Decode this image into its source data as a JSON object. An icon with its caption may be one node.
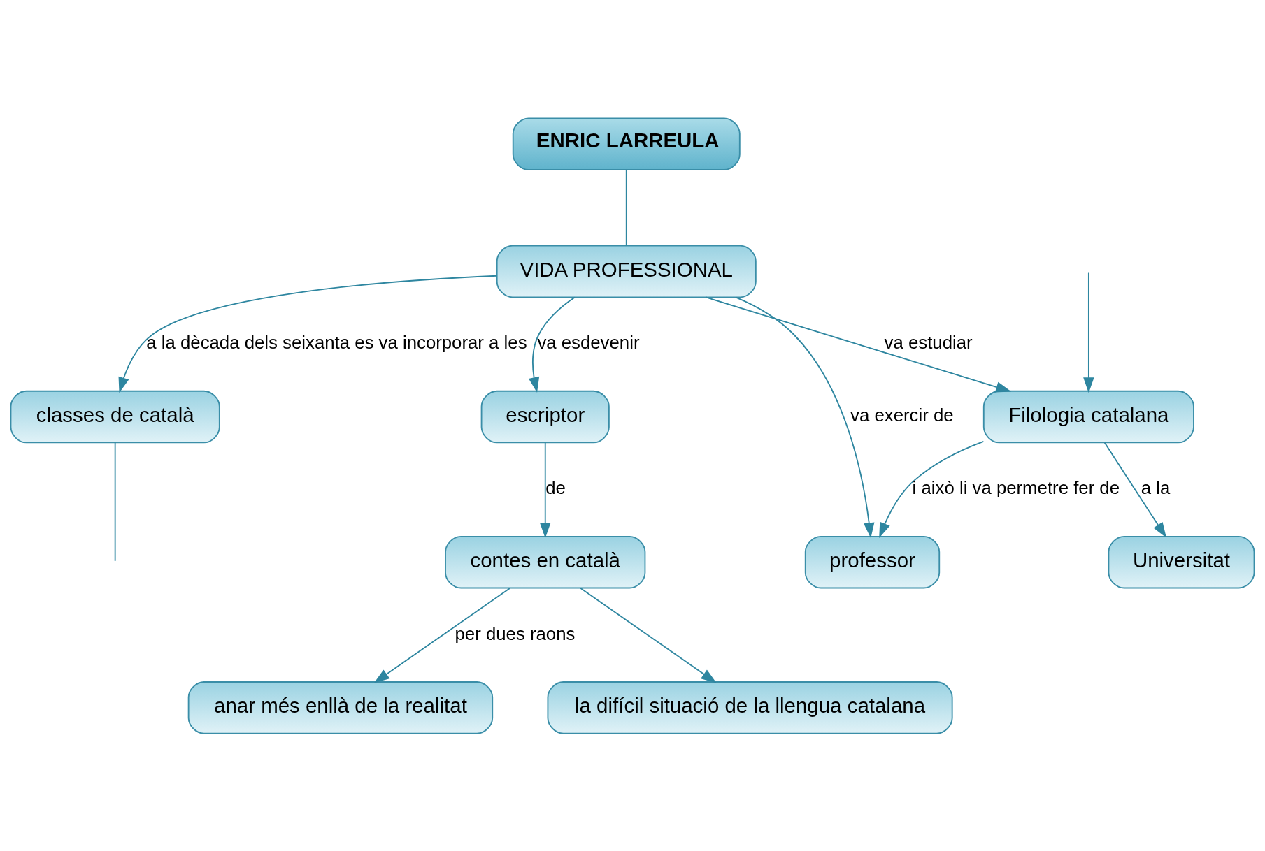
{
  "diagram": {
    "nodes": [
      {
        "text": [
          "ENRIC LARREULA"
        ]
      },
      {
        "text": [
          "VIDA PROFESSIONAL"
        ]
      },
      {
        "text": [
          "classes de català"
        ]
      },
      {
        "text": [
          "escriptor"
        ]
      },
      {
        "text": [
          "contes en català"
        ]
      },
      {
        "text": [
          "anar més enllà de la realitat"
        ]
      },
      {
        "text": [
          "la difícil situació de la llengua catalana"
        ]
      },
      {
        "text": [
          "Filologia catalana"
        ]
      },
      {
        "text": [
          "Universitat"
        ]
      },
      {
        "text": [
          "professor"
        ]
      }
    ],
    "edges": [
      {
        "from": 0,
        "to": 1,
        "arrow": "none"
      },
      {
        "from": 1,
        "to": 2,
        "arrow": "to",
        "label": "a la dècada dels seixanta es va incorporar a les"
      },
      {
        "from": 1,
        "to": 3,
        "arrow": "to",
        "label": "va esdevenir"
      },
      {
        "from": 1,
        "to": 7,
        "arrow": "to",
        "label": "va estudiar"
      },
      {
        "from": 1,
        "to": 9,
        "arrow": "to",
        "label": "va exercir de"
      },
      {
        "from": 3,
        "to": 4,
        "arrow": "to",
        "label": "de"
      },
      {
        "from": 4,
        "to": 5,
        "arrow": "to",
        "label": "per dues raons"
      },
      {
        "from": 4,
        "to": 6,
        "arrow": "to"
      },
      {
        "from": 7,
        "to": 9,
        "arrow": "to",
        "label": "i això li va permetre fer de"
      },
      {
        "from": 7,
        "to": 8,
        "arrow": "to",
        "label": "a la"
      },
      {
        "from": 2,
        "to": null,
        "arrow": "none"
      },
      {
        "from": null,
        "to": 7,
        "arrow": "to"
      }
    ]
  }
}
